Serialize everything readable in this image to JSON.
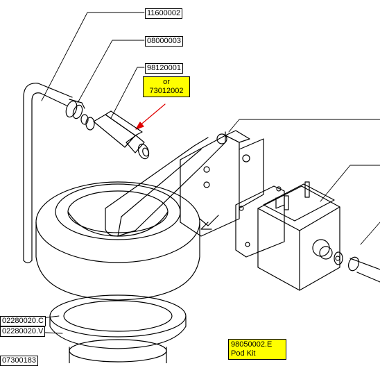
{
  "labels": {
    "part_11600002": "11600002",
    "part_08000003": "08000003",
    "part_98120001": "98120001",
    "alt_or": "or",
    "alt_73012002": "73012002",
    "part_02280020c": "02280020.C",
    "part_02280020v": "02280020.V",
    "part_07300183": "07300183",
    "kit_number": "98050002.E",
    "kit_name": "Pod Kit"
  },
  "colors": {
    "highlight": "#ffff00",
    "arrow": "#e00000",
    "line": "#000000"
  }
}
